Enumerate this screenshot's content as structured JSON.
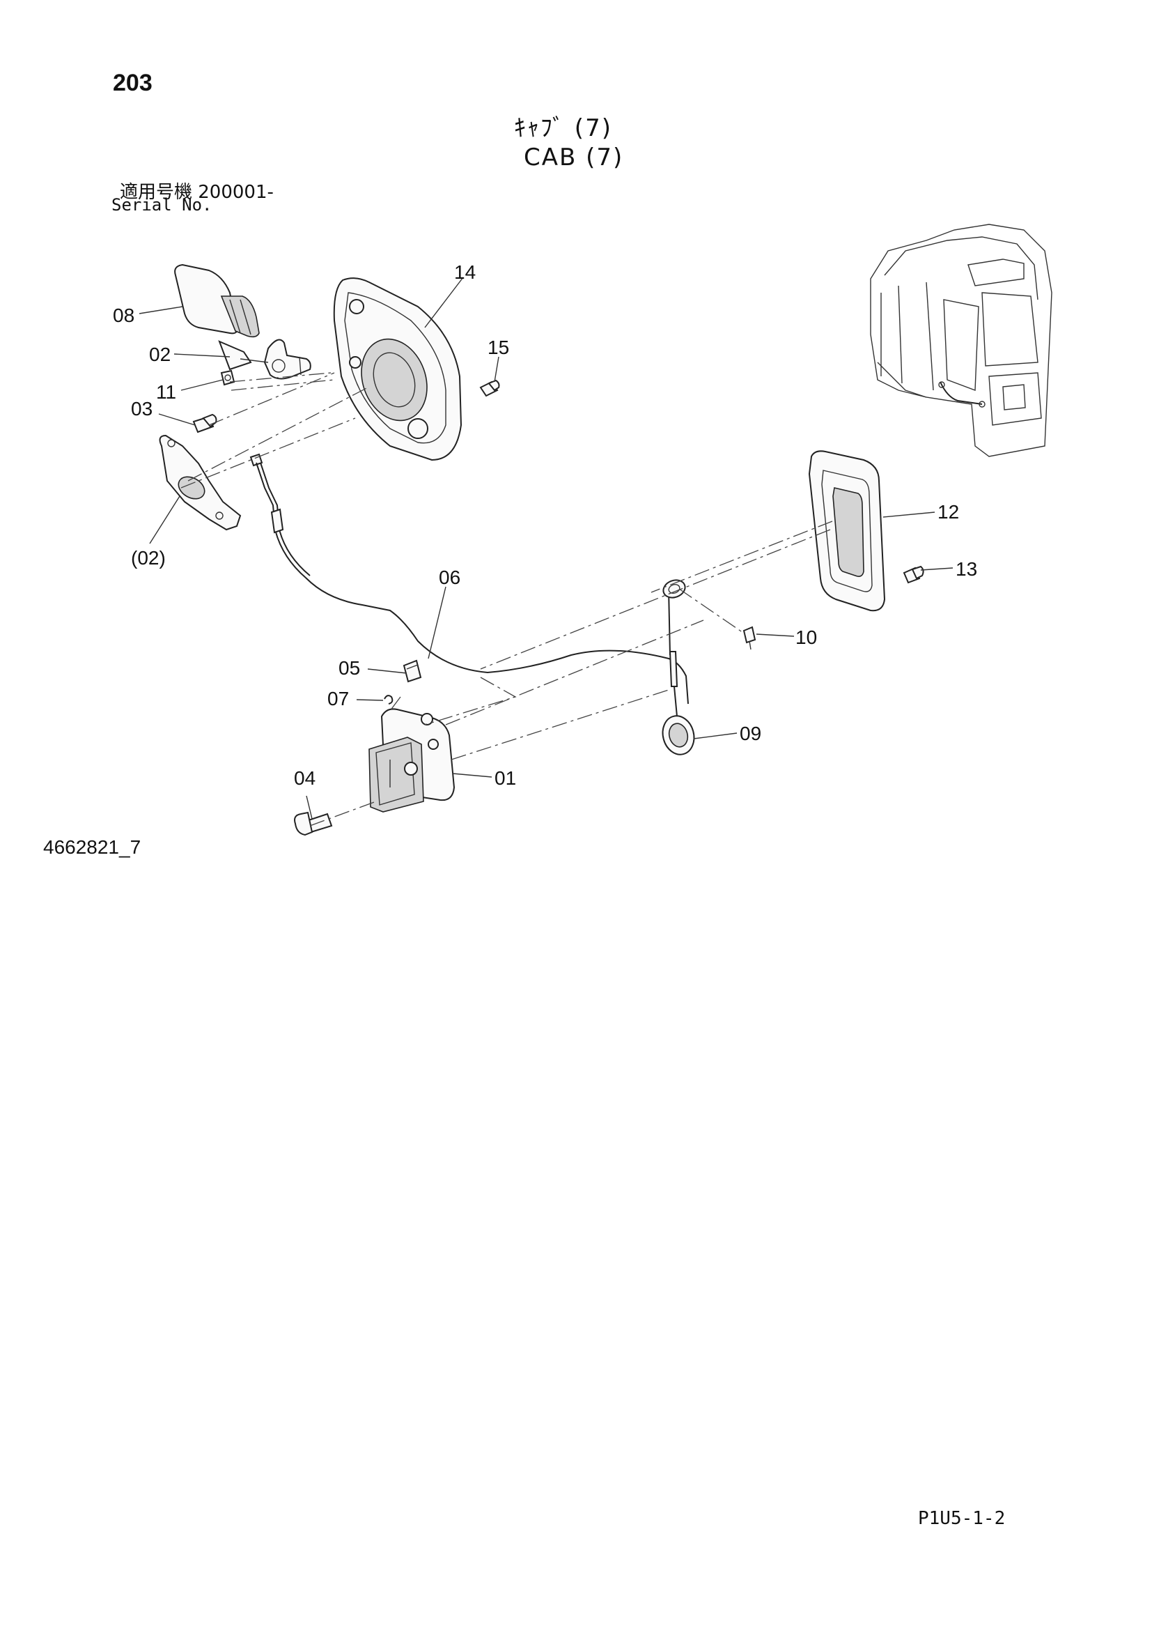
{
  "header": {
    "page_number": "203",
    "title_jp": "ｷｬﾌﾞ (7)",
    "title_en": "CAB (7)",
    "serial_label_jp": "適用号機  200001-",
    "serial_label_en": "Serial No."
  },
  "footer": {
    "drawing_number": "4662821_7",
    "page_code": "P1U5-1-2"
  },
  "callouts": {
    "p01": "01",
    "p02": "02",
    "p02b": "(02)",
    "p03": "03",
    "p04": "04",
    "p05": "05",
    "p06": "06",
    "p07": "07",
    "p08": "08",
    "p09": "09",
    "p10": "10",
    "p11": "11",
    "p12": "12",
    "p13": "13",
    "p14": "14",
    "p15": "15"
  }
}
